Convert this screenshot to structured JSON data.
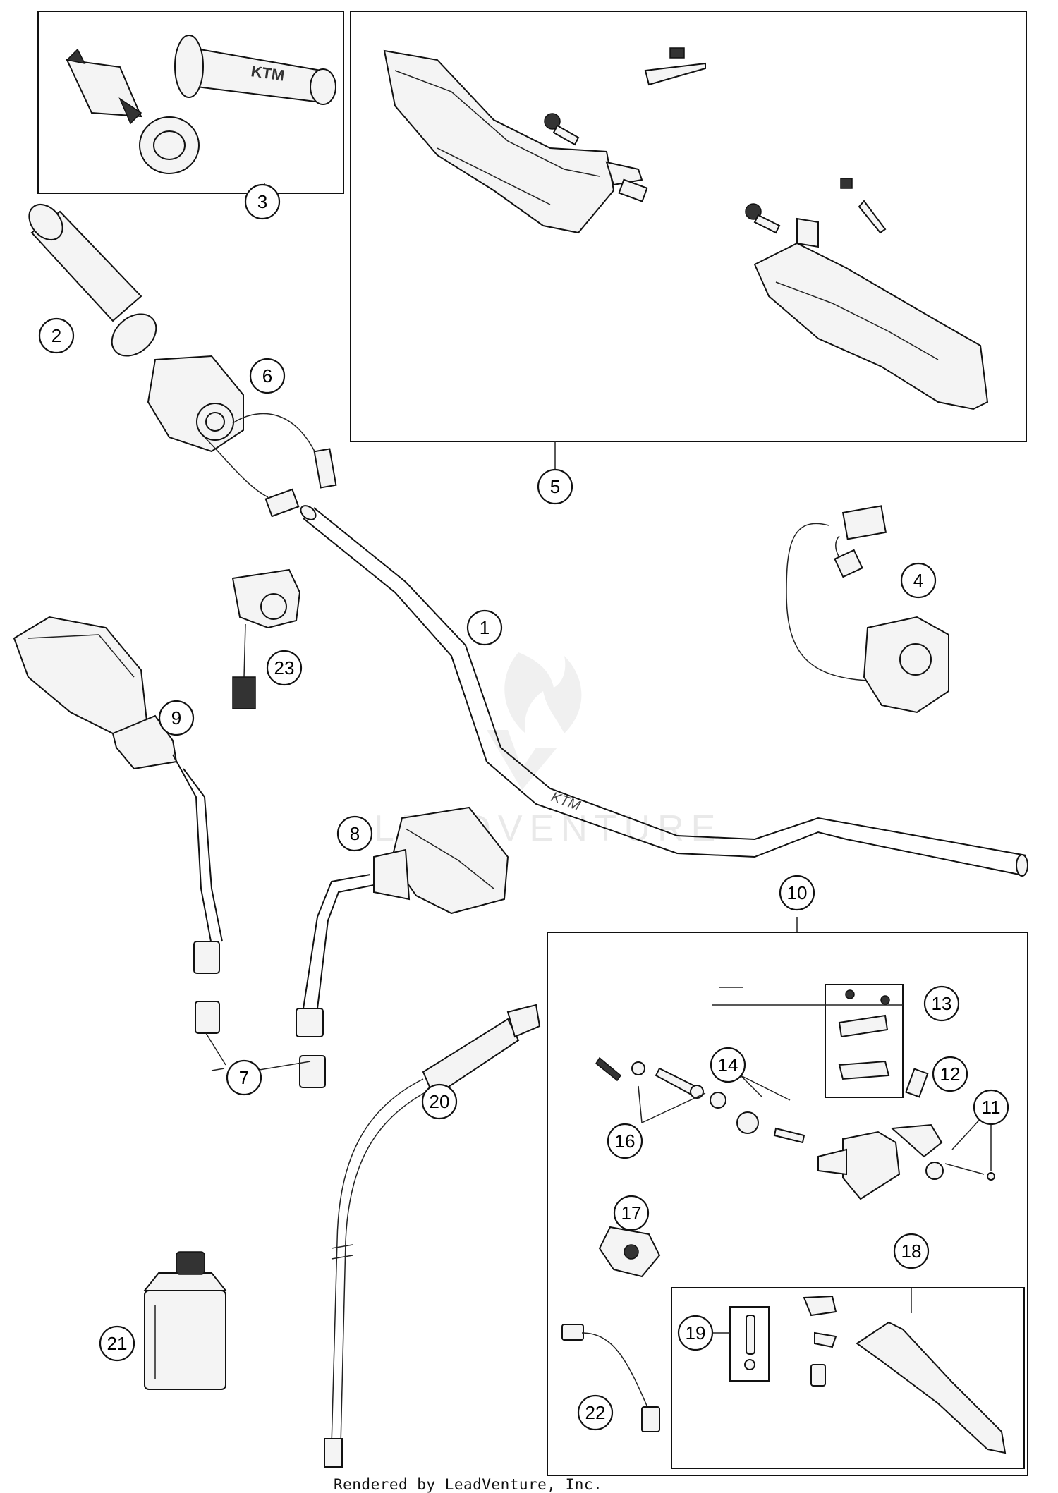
{
  "diagram": {
    "callouts": [
      "1",
      "2",
      "3",
      "4",
      "5",
      "6",
      "7",
      "8",
      "9",
      "10",
      "11",
      "12",
      "13",
      "14",
      "16",
      "17",
      "18",
      "19",
      "20",
      "21",
      "22",
      "23"
    ],
    "watermark": "LEADVENTURE",
    "footer": "Rendered by LeadVenture, Inc."
  }
}
